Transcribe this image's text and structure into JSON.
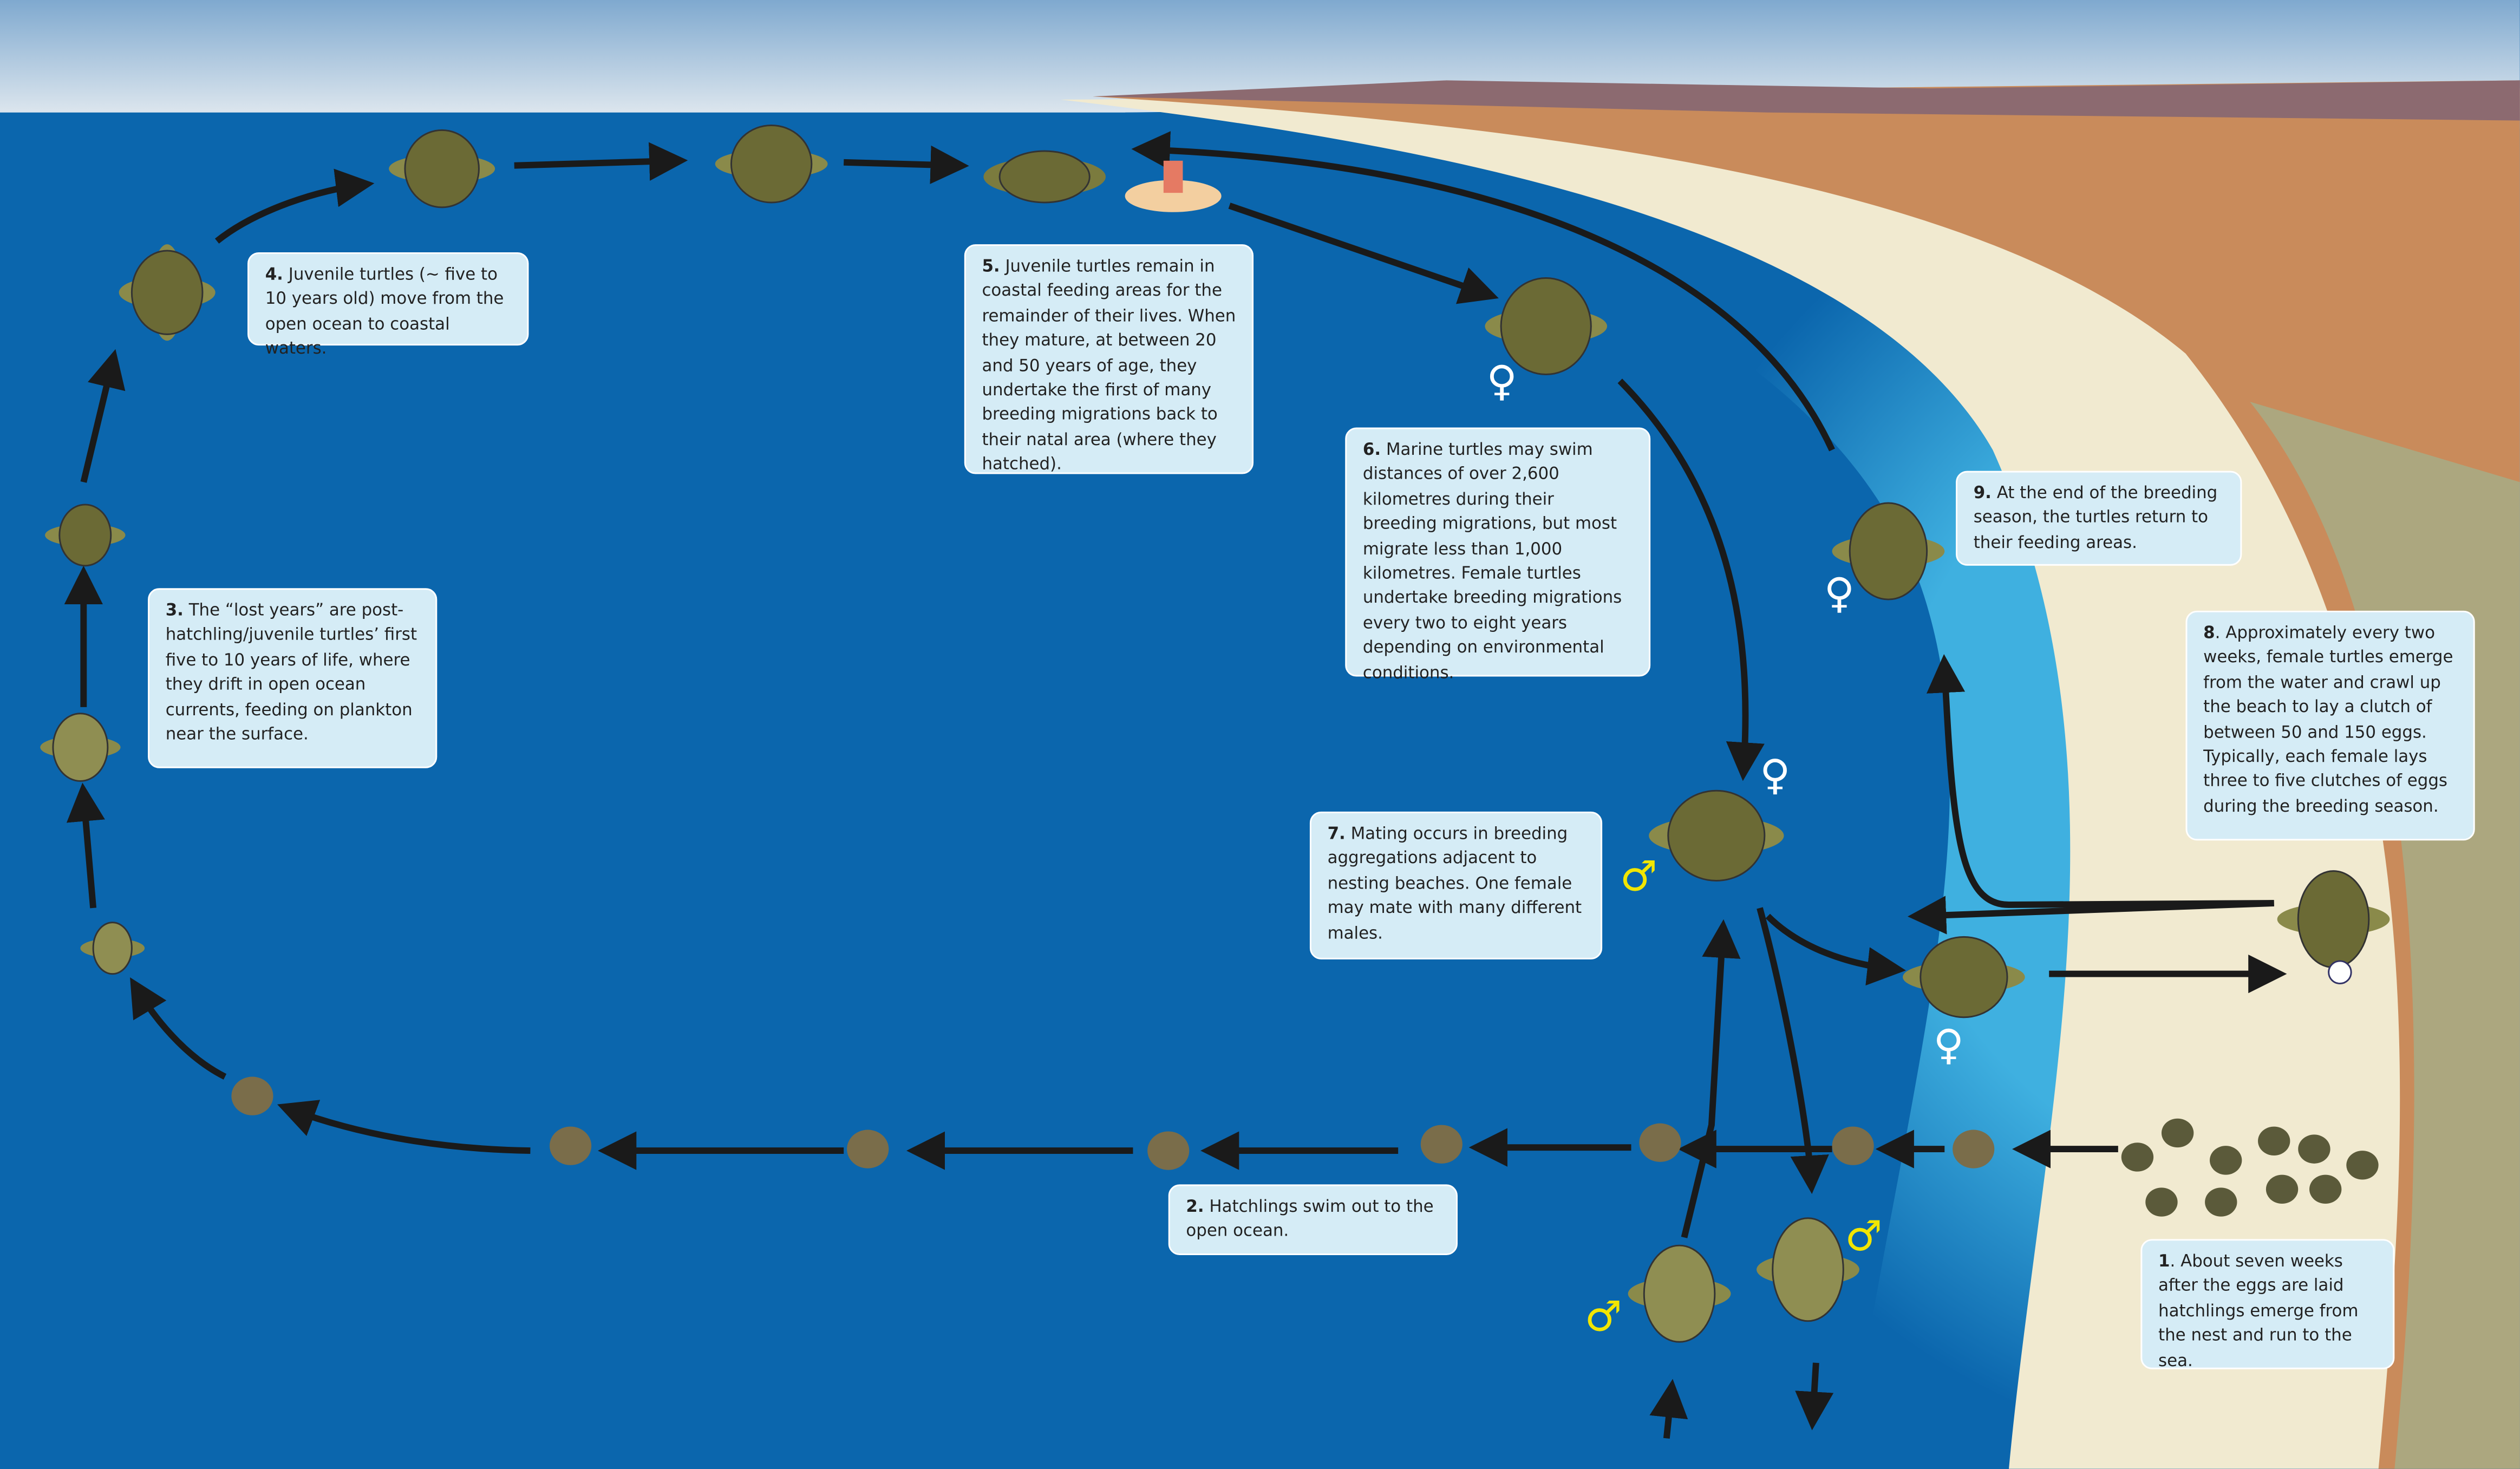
{
  "steps": [
    {
      "number": "1",
      "sep": ".",
      "text": " About seven weeks after the eggs are laid hatchlings emerge from the nest and run to the sea."
    },
    {
      "number": "2.",
      "sep": "",
      "text": " Hatchlings swim out to the open ocean."
    },
    {
      "number": "3.",
      "sep": "",
      "text": " The “lost years” are post-hatchling/juvenile turtles’ first five to 10 years of life, where they drift in open ocean currents, feeding on plankton near the surface."
    },
    {
      "number": "4.",
      "sep": "",
      "text": " Juvenile turtles (~ five to 10 years old) move from the open ocean to coastal waters."
    },
    {
      "number": "5.",
      "sep": "",
      "text": " Juvenile turtles remain in coastal feeding areas for the remainder of their lives. When they mature, at between 20 and 50 years of age, they undertake the first of many breeding migrations back to their natal area (where they hatched)."
    },
    {
      "number": "6.",
      "sep": "",
      "text": " Marine turtles may swim distances of over 2,600 kilometres during their breeding migrations, but most migrate less than 1,000 kilometres. Female turtles undertake breeding migrations every two to eight years depending on environmental conditions."
    },
    {
      "number": "7.",
      "sep": "",
      "text": " Mating occurs in breeding aggregations adjacent to nesting beaches. One female may mate with many different males."
    },
    {
      "number": "8",
      "sep": ".",
      "text": " Approximately every two weeks, female turtles emerge from the water and crawl up the beach to lay a clutch of between 50 and 150 eggs. Typically, each female lays three to five clutches of eggs during the breeding season."
    },
    {
      "number": "9.",
      "sep": "",
      "text": " At the end of the breeding season, the turtles return to their feeding areas."
    }
  ],
  "symbols": {
    "female": "♀",
    "male": "♂"
  },
  "colors": {
    "ocean": "#0b66ad",
    "shallow": "#3aa8dc",
    "sand": "#f1ead0",
    "land": "#d98a5a",
    "box": "#d5ecf6",
    "arrow": "#1a1a1a",
    "male_symbol": "#f2e600",
    "female_symbol": "#ffffff"
  }
}
